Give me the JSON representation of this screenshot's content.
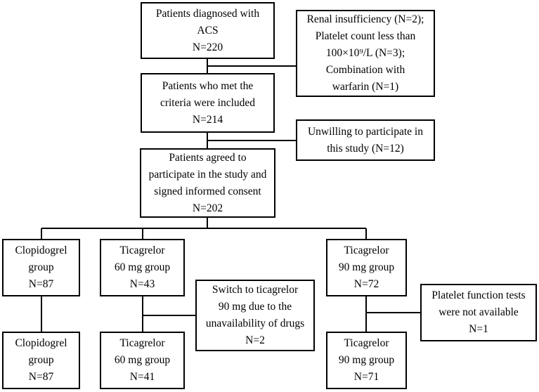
{
  "boxes": {
    "diagnosed": {
      "lines": [
        "Patients diagnosed with",
        "ACS",
        "N=220"
      ]
    },
    "excluded": {
      "lines": [
        "Renal insufficiency (N=2);",
        "Platelet count less than",
        "100×10⁹/L (N=3);",
        "Combination with",
        "warfarin (N=1)"
      ]
    },
    "included": {
      "lines": [
        "Patients who met the",
        "criteria were included",
        "N=214"
      ]
    },
    "unwilling": {
      "lines": [
        "Unwilling to participate in",
        "this study (N=12)"
      ]
    },
    "agreed": {
      "lines": [
        "Patients agreed to",
        "participate in the study and",
        "signed informed consent",
        "N=202"
      ]
    },
    "clopidogrel_top": {
      "lines": [
        "Clopidogrel",
        "group",
        "N=87"
      ]
    },
    "ticagrelor60_top": {
      "lines": [
        "Ticagrelor",
        "60 mg group",
        "N=43"
      ]
    },
    "switch": {
      "lines": [
        "Switch to ticagrelor",
        "90 mg due to the",
        "unavailability of drugs",
        "N=2"
      ]
    },
    "ticagrelor90_top": {
      "lines": [
        "Ticagrelor",
        "90 mg group",
        "N=72"
      ]
    },
    "platelet_na": {
      "lines": [
        "Platelet function tests",
        "were not available",
        "N=1"
      ]
    },
    "clopidogrel_bottom": {
      "lines": [
        "Clopidogrel",
        "group",
        "N=87"
      ]
    },
    "ticagrelor60_bottom": {
      "lines": [
        "Ticagrelor",
        "60 mg group",
        "N=41"
      ]
    },
    "ticagrelor90_bottom": {
      "lines": [
        "Ticagrelor",
        "90 mg group",
        "N=71"
      ]
    }
  }
}
